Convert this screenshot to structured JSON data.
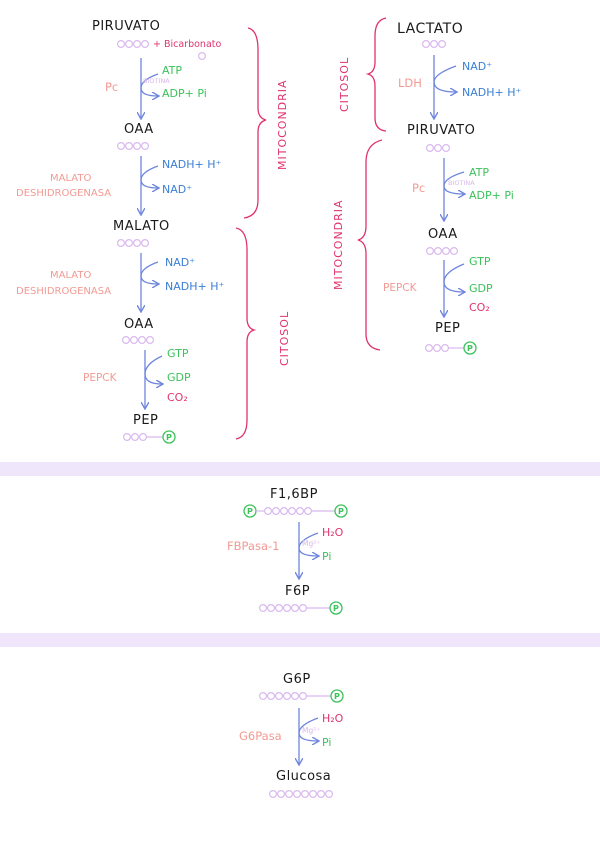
{
  "left_path": {
    "piruvato": "PIRUVATO",
    "bicarbonato": "+ Bicarbonato",
    "pc": "Pc",
    "biotina": "BIOTINA",
    "atp": "ATP",
    "adp_pi": "ADP+ Pi",
    "oaa1": "OAA",
    "malato_dh_1": "MALATO",
    "malato_dh_2": "DESHIDROGENASA",
    "nadh_h_1": "NADH+ H⁺",
    "nad_1": "NAD⁺",
    "malato": "MALATO",
    "malato_dh2_1": "MALATO",
    "malato_dh2_2": "DESHIDROGENASA",
    "nad_2": "NAD⁺",
    "nadh_h_2": "NADH+ H⁺",
    "oaa2": "OAA",
    "pepck": "PEPCK",
    "gtp": "GTP",
    "gdp": "GDP",
    "co2": "CO₂",
    "pep": "PEP",
    "mitocondria": "MITOCONDRIA",
    "citosol": "CITOSOL"
  },
  "right_path": {
    "lactato": "LACTATO",
    "ldh": "LDH",
    "nad": "NAD⁺",
    "nadh_h": "NADH+ H⁺",
    "piruvato": "PIRUVATO",
    "pc": "Pc",
    "biotina": "BIOTINA",
    "atp": "ATP",
    "adp_pi": "ADP+ Pi",
    "oaa": "OAA",
    "pepck": "PEPCK",
    "gtp": "GTP",
    "gdp": "GDP",
    "co2": "CO₂",
    "pep": "PEP",
    "citosol": "CITOSOL",
    "mitocondria": "MITOCONDRIA"
  },
  "middle": {
    "f16bp": "F1,6BP",
    "fbpasa": "FBPasa-1",
    "mg": "Mg²⁺",
    "h2o": "H₂O",
    "pi": "Pi",
    "f6p": "F6P"
  },
  "bottom": {
    "g6p": "G6P",
    "g6pasa": "G6Pasa",
    "mg": "Mg²⁺",
    "h2o": "H₂O",
    "pi": "Pi",
    "glucosa": "Glucosa"
  },
  "phosphate_label": "P",
  "colors": {
    "arrow": "#6f86dd",
    "enzyme": "#f29a93",
    "brace": "#e0336d",
    "green": "#3cc25a",
    "blue": "#3a7fd6",
    "band": "#efe6fb",
    "carbon": "#d9b8ee"
  }
}
